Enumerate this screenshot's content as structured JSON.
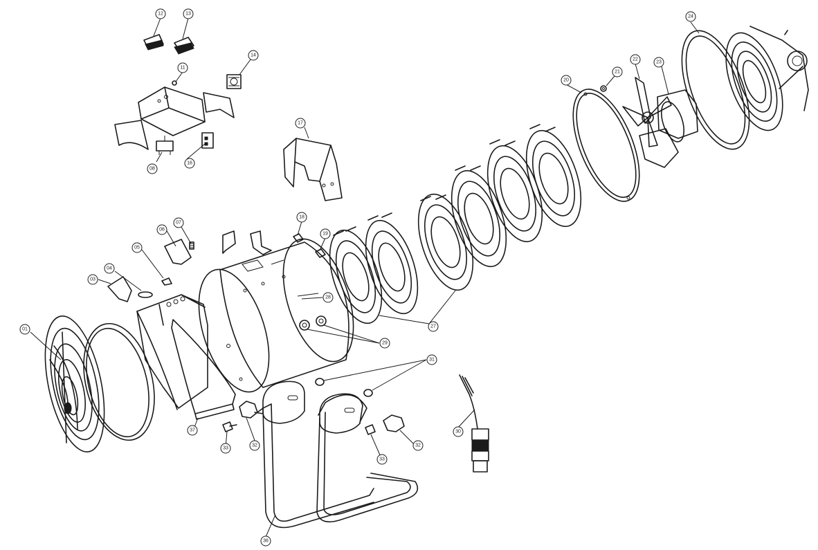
{
  "diagram": {
    "type": "exploded-parts-view",
    "callouts": {
      "c01": "01",
      "c03": "03",
      "c04": "04",
      "c05": "05",
      "c06": "06",
      "c07": "07",
      "c08": "08",
      "c11": "11",
      "c12": "12",
      "c13": "13",
      "c14": "14",
      "c16": "16",
      "c17": "17",
      "c18": "18",
      "c19": "19",
      "c20": "20",
      "c21": "21",
      "c22": "22",
      "c23": "23",
      "c24": "24",
      "c27": "27",
      "c28": "28",
      "c29": "29",
      "c30": "30",
      "c31": "31",
      "c32a": "32",
      "c32b": "32",
      "c33a": "33",
      "c33b": "33",
      "c36": "36",
      "c37": "37"
    }
  }
}
